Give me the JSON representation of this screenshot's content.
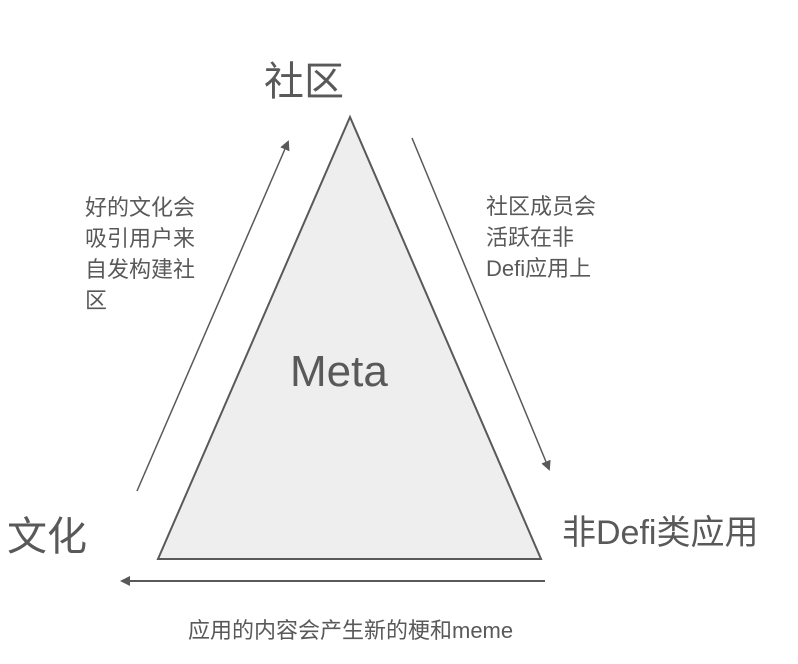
{
  "nodes": {
    "top": "社区",
    "left": "文化",
    "right": "非Defi类应用",
    "center": "Meta"
  },
  "edges": {
    "left_up": [
      "好的文化会",
      "吸引用户来",
      "自发构建社",
      "区"
    ],
    "right_down": [
      "社区成员会",
      "活跃在非",
      "Defi应用上"
    ],
    "bottom": "应用的内容会产生新的梗和meme"
  },
  "colors": {
    "stroke": "#595959",
    "fill": "#eeeeee"
  }
}
